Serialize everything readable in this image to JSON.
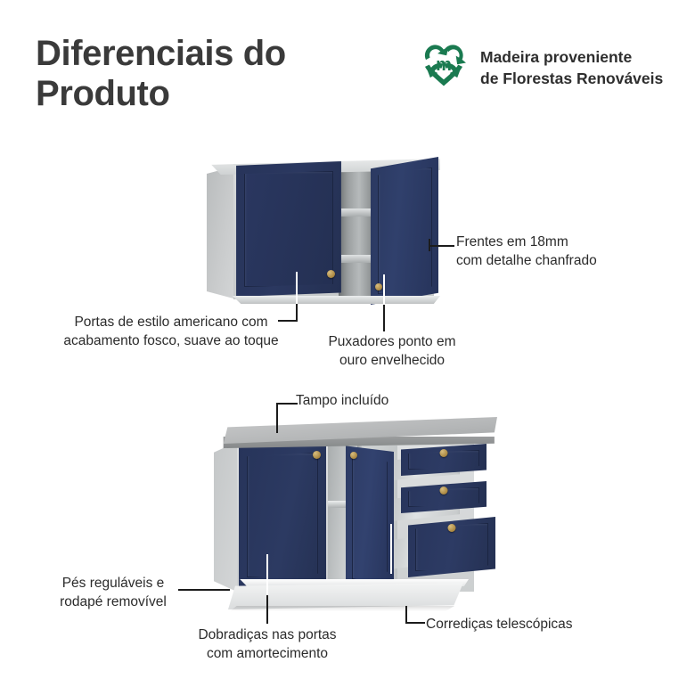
{
  "page": {
    "title": "Diferenciais do\nProduto",
    "background_color": "#ffffff"
  },
  "eco_badge": {
    "icon": "recycle-heart-icon",
    "letter": "m",
    "text": "Madeira proveniente\nde Florestas Renováveis",
    "color": "#1a7a50"
  },
  "colors": {
    "door_navy": "#2a3760",
    "knob_gold": "#a9863f",
    "carcass_white": "#d8dadb",
    "countertop_gray": "#b4b6b7",
    "title_gray": "#3a3a3a",
    "text_gray": "#2b2b2b"
  },
  "upper_product": {
    "name": "armario-aereo",
    "callouts": [
      {
        "id": "frentes",
        "text": "Frentes em 18mm\ncom detalhe chanfrado"
      },
      {
        "id": "portas-americano",
        "text": "Portas de estilo americano com\nacabamento fosco, suave ao toque"
      },
      {
        "id": "puxadores",
        "text": "Puxadores ponto em\nouro envelhecido"
      }
    ]
  },
  "lower_product": {
    "name": "balcao-de-cozinha",
    "callouts": [
      {
        "id": "tampo",
        "text": "Tampo incluído"
      },
      {
        "id": "pes-reguláveis",
        "text": "Pés reguláveis e\nrodapé removível"
      },
      {
        "id": "dobradicas",
        "text": "Dobradiças nas portas\ncom amortecimento"
      },
      {
        "id": "corredicas",
        "text": "Corrediças telescópicas"
      }
    ]
  }
}
